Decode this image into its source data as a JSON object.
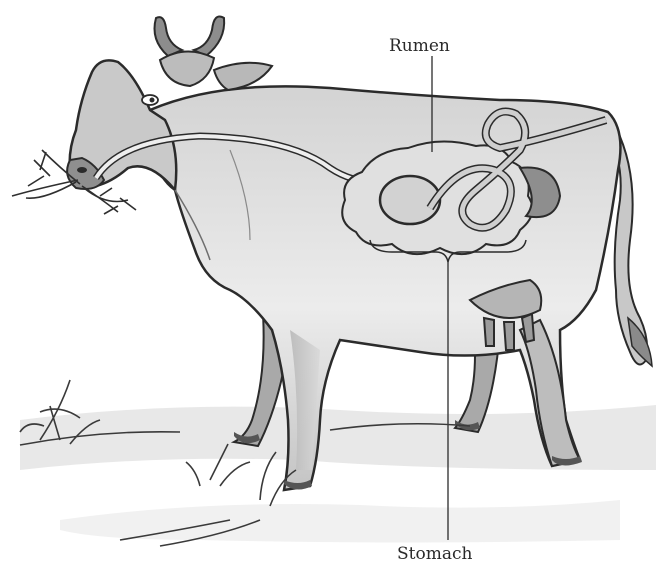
{
  "labels": {
    "rumen": "Rumen",
    "stomach": "Stomach"
  },
  "colors": {
    "background": "#ffffff",
    "body_shade": "#cfcfcf",
    "body_light": "#e6e6e6",
    "shadow": "#9a9a9a",
    "outline": "#2b2b2b",
    "ground": "#e2e2e2",
    "grass": "#3a3a3a"
  },
  "illustration": {
    "subject": "cow-digestive-system",
    "icon": "cow-icon"
  }
}
